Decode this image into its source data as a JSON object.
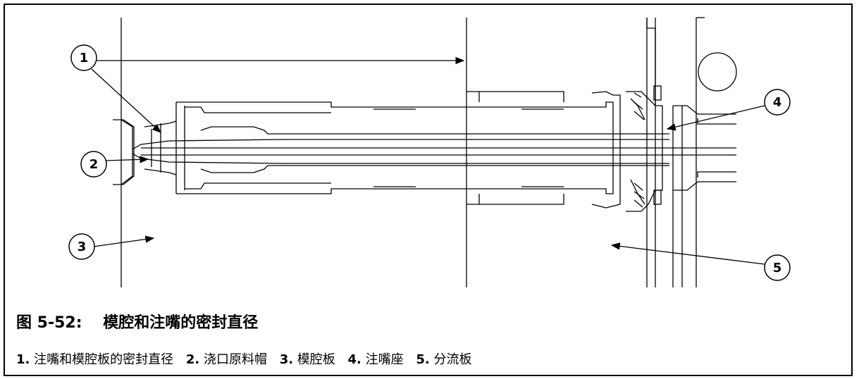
{
  "figure": {
    "label": "图 5-52:",
    "title": "模腔和注嘴的密封直径"
  },
  "callouts": [
    {
      "num": "1"
    },
    {
      "num": "2"
    },
    {
      "num": "3"
    },
    {
      "num": "4"
    },
    {
      "num": "5"
    }
  ],
  "legend": [
    {
      "num": "1.",
      "text": "注嘴和模腔板的密封直径"
    },
    {
      "num": "2.",
      "text": "浇口原料帽"
    },
    {
      "num": "3.",
      "text": "模腔板"
    },
    {
      "num": "4.",
      "text": "注嘴座"
    },
    {
      "num": "5.",
      "text": "分流板"
    }
  ]
}
